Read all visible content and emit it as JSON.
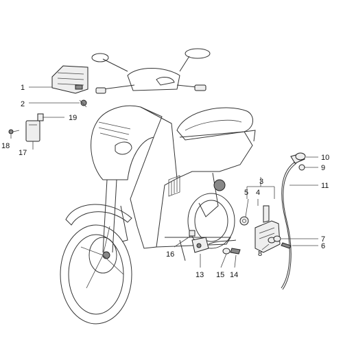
{
  "callouts": {
    "c1": "1",
    "c2": "2",
    "c3": "3",
    "c4": "4",
    "c5": "5",
    "c6": "6",
    "c7": "7",
    "c8": "8",
    "c9": "9",
    "c10": "10",
    "c11": "11",
    "c13": "13",
    "c14": "14",
    "c15": "15",
    "c16": "16",
    "c17": "17",
    "c18": "18",
    "c19": "19"
  }
}
